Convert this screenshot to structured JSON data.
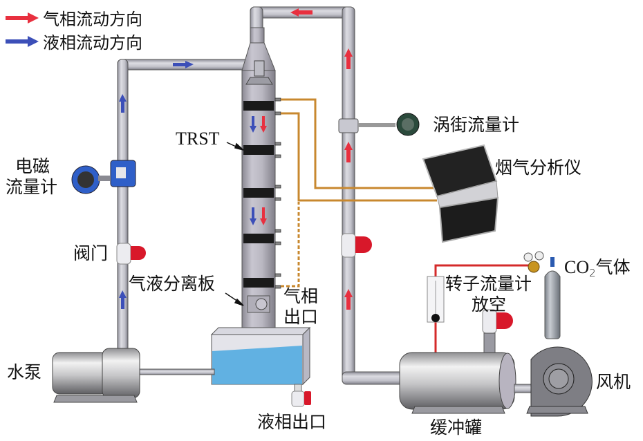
{
  "legend": [
    {
      "label": "气相流动方向",
      "color": "#e8303f",
      "phase": "gas"
    },
    {
      "label": "液相流动方向",
      "color": "#3c4fb8",
      "phase": "liquid"
    }
  ],
  "labels": {
    "trst": "TRST",
    "em_flowmeter_line1": "电磁",
    "em_flowmeter_line2": "流量计",
    "valve": "阀门",
    "separator_plate": "气液分离板",
    "gas_outlet_line1": "气相",
    "gas_outlet_line2": "出口",
    "water_pump": "水泵",
    "liquid_outlet": "液相出口",
    "vortex_flowmeter": "涡街流量计",
    "flue_gas_analyzer": "烟气分析仪",
    "co2_prefix": "CO",
    "co2_sub": "2",
    "co2_suffix": "气体",
    "rotameter": "转子流量计",
    "vent": "放空",
    "blower": "风机",
    "buffer_tank": "缓冲罐"
  },
  "colors": {
    "gas_arrow": "#e8303f",
    "liquid_arrow": "#3c4fb8",
    "sample_line": "#c8882f",
    "co2_line": "#d42a2a",
    "water": "#4aa8e0",
    "pipe": "#b8b8c0",
    "valve_handle": "#d8182a",
    "meter_blue": "#2f5fc8"
  }
}
